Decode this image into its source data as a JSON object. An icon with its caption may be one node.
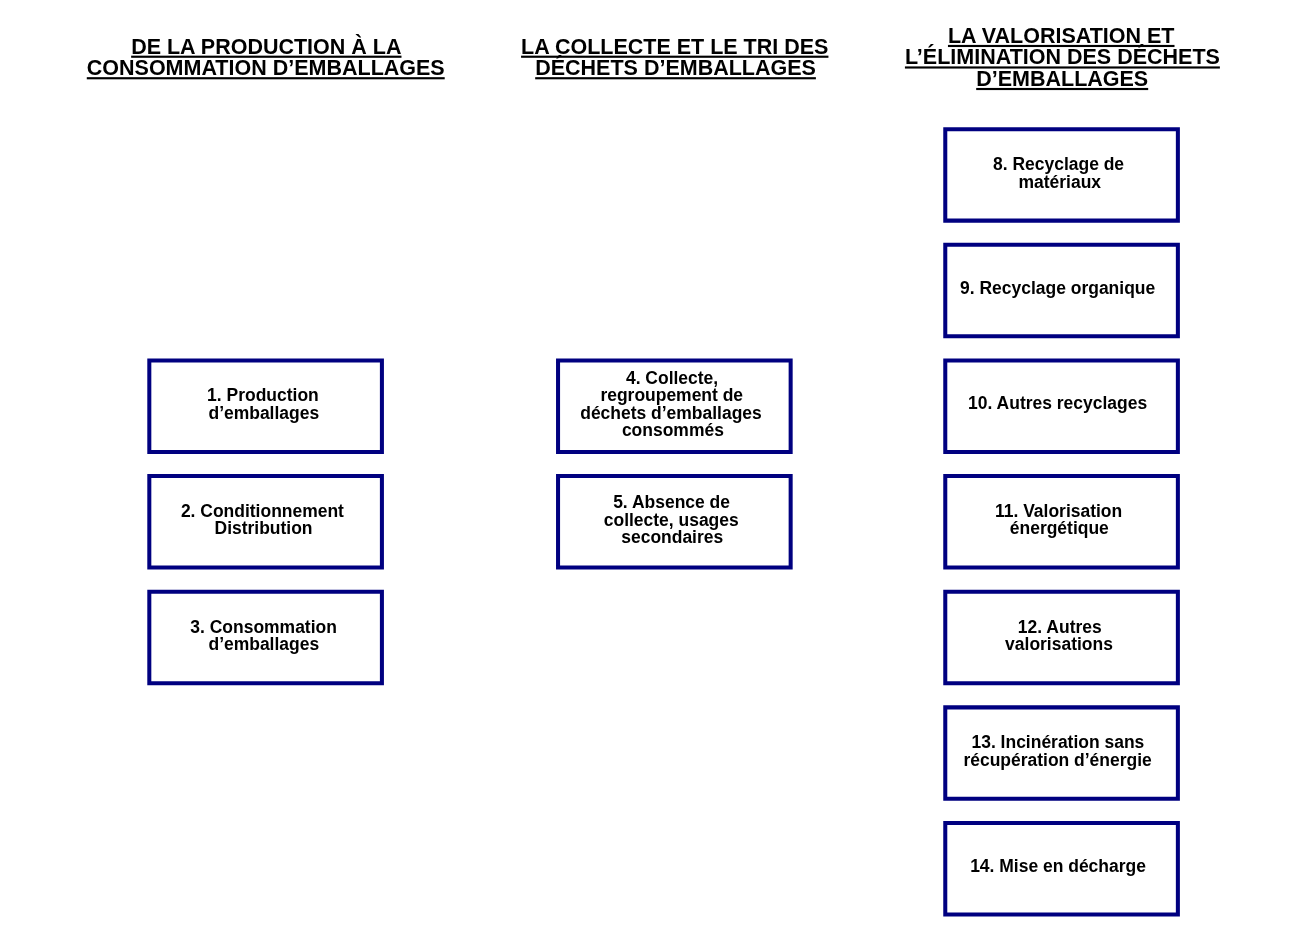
{
  "diagram": {
    "nodes": [
      {
        "text": [
          "1. Production d’emballages"
        ]
      },
      {
        "text": [
          "2. Conditionnement Distribution"
        ]
      },
      {
        "text": [
          "3. Consommation d’emballages"
        ]
      },
      {
        "text": [
          "4. Collecte, regroupement de déchets d’emballages consommés"
        ]
      },
      {
        "text": [
          "5. Absence de collecte, usages secondaires"
        ]
      },
      {
        "text": [
          "8. Recyclage de matériaux"
        ]
      },
      {
        "text": [
          "9. Recyclage organique"
        ]
      },
      {
        "text": [
          "10. Autres recyclages"
        ]
      },
      {
        "text": [
          "11. Valorisation énergétique"
        ]
      },
      {
        "text": [
          "12. Autres valorisations"
        ]
      },
      {
        "text": [
          "13. Incinération sans récupération d’énergie"
        ]
      },
      {
        "text": [
          "14. Mise en décharge"
        ]
      }
    ],
    "edges": [],
    "labels": [
      "DE LA PRODUCTION À LA CONSOMMATION D’EMBALLAGES",
      "LA COLLECTE ET LE TRI DES DÉCHETS D’EMBALLAGES",
      "LA VALORISATION ET L’ÉLIMINATION DES DÉCHETS D’EMBALLAGES"
    ]
  }
}
